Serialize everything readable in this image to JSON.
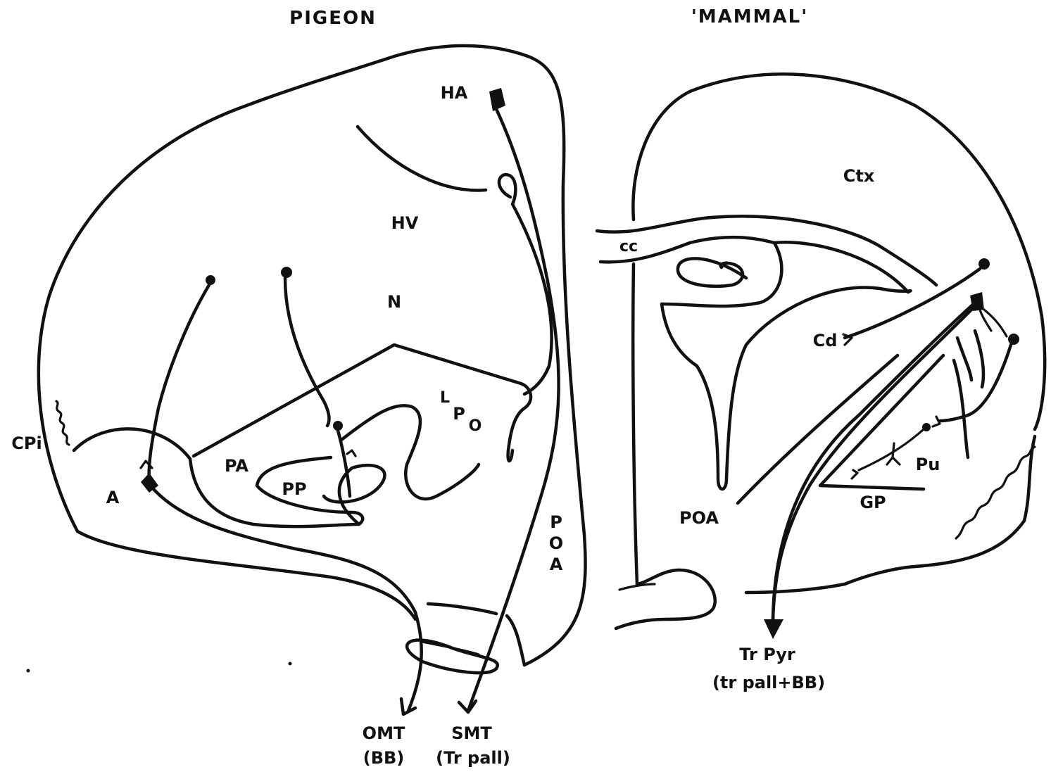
{
  "panels": {
    "left_title": "PIGEON",
    "right_title": "'MAMMAL'"
  },
  "labels": {
    "HA": "HA",
    "HV": "HV",
    "N": "N",
    "LPO_L": "L",
    "LPO_P": "P",
    "LPO_O": "O",
    "PA": "PA",
    "PP": "PP",
    "A": "A",
    "CPi": "CPi",
    "POA_left": [
      "P",
      "O",
      "A"
    ],
    "Ctx": "Ctx",
    "cc": "cc",
    "Cd": "Cd",
    "Pu": "Pu",
    "GP": "GP",
    "POA_right": "POA"
  },
  "outputs": {
    "omt": "OMT",
    "omt_sub": "(BB)",
    "smt": "SMT",
    "smt_sub": "(Tr pall)",
    "trpyr": "Tr Pyr",
    "trpyr_sub": "(tr pall+BB)"
  }
}
